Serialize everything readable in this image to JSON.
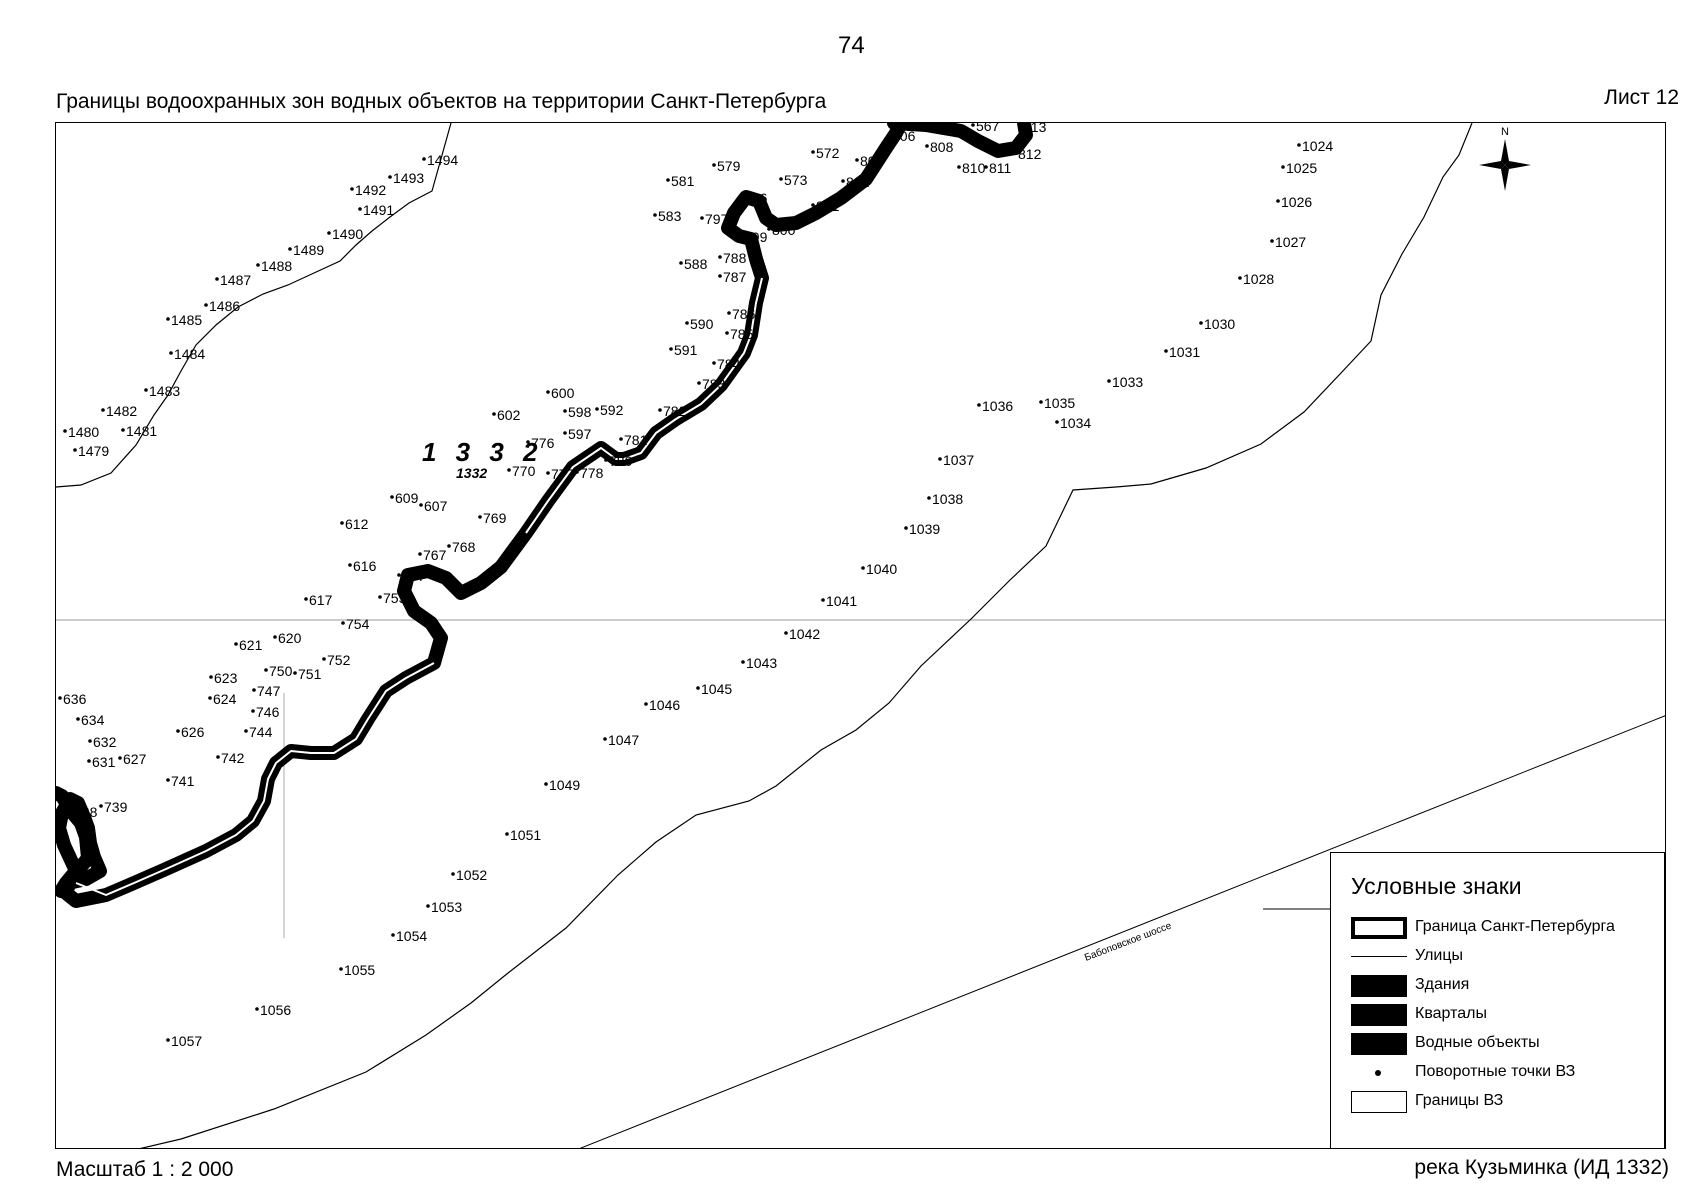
{
  "page_number": "74",
  "title": "Границы водоохранных зон водных объектов на территории Санкт-Петербурга",
  "sheet": "Лист 12",
  "scale": "Масштаб 1 : 2 000",
  "river": "река Кузьминка (ИД 1332)",
  "north_arrow": {
    "letter": "N",
    "icon": "compass-rose-icon"
  },
  "object_id_large": "1 3 3 2",
  "object_id_small": "1332",
  "street_name": "Бабоповское шоссе",
  "legend": {
    "title": "Условные знаки",
    "items": [
      {
        "label": "Граница Санкт-Петербурга",
        "symbol": "border"
      },
      {
        "label": "Улицы",
        "symbol": "street"
      },
      {
        "label": "Здания",
        "symbol": "fill"
      },
      {
        "label": "Кварталы",
        "symbol": "fill"
      },
      {
        "label": "Водные объекты",
        "symbol": "fill"
      },
      {
        "label": "Поворотные точки ВЗ",
        "symbol": "dot"
      },
      {
        "label": "Границы ВЗ",
        "symbol": "zone"
      }
    ]
  },
  "point_labels": {
    "upper_left_line": [
      "1479",
      "1480",
      "1481",
      "1482",
      "1483",
      "1484",
      "1485",
      "1486",
      "1487",
      "1488",
      "1489",
      "1490",
      "1491",
      "1492",
      "1493",
      "1494"
    ],
    "river_bank_a": [
      "567",
      "572",
      "573",
      "576",
      "579",
      "581",
      "583",
      "588",
      "590",
      "591",
      "592",
      "597",
      "598",
      "600",
      "602",
      "607",
      "609",
      "612",
      "616",
      "617",
      "620",
      "621",
      "623",
      "624",
      "626",
      "627",
      "631",
      "632",
      "634",
      "636"
    ],
    "river_bank_b": [
      "738",
      "739",
      "741",
      "742",
      "744",
      "746",
      "747",
      "750",
      "751",
      "752",
      "754",
      "755",
      "757",
      "767",
      "768",
      "769",
      "770",
      "776",
      "777",
      "778",
      "780",
      "781",
      "782",
      "783",
      "784",
      "785",
      "786",
      "787",
      "788",
      "797",
      "799",
      "800",
      "801",
      "802",
      "803",
      "806",
      "808",
      "810",
      "811",
      "812",
      "813"
    ],
    "right_line": [
      "1024",
      "1025",
      "1026",
      "1027",
      "1028",
      "1030",
      "1031",
      "1033",
      "1034",
      "1035",
      "1036",
      "1037",
      "1038",
      "1039",
      "1040",
      "1041",
      "1042",
      "1043",
      "1045",
      "1046",
      "1047",
      "1049",
      "1051",
      "1052",
      "1053",
      "1054",
      "1055",
      "1056",
      "1057"
    ]
  }
}
